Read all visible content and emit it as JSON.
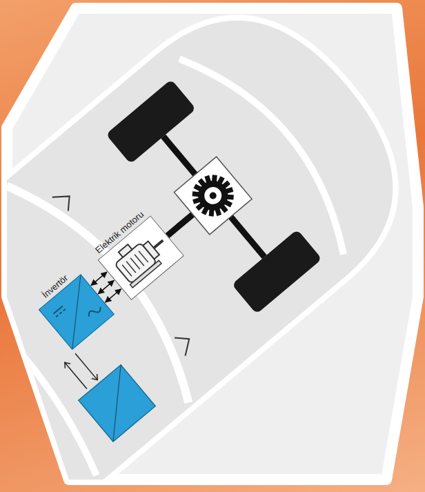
{
  "diagram": {
    "nodes": [
      {
        "text": [
          "Elektrik motoru"
        ]
      },
      {
        "text": [
          "İnvertör"
        ]
      }
    ],
    "edges": [
      {
        "from": 1,
        "to": 0,
        "arrow": "both"
      },
      {
        "from": 1,
        "to": 0,
        "arrow": "both"
      },
      {
        "from": 1,
        "to": 0,
        "arrow": "both"
      }
    ]
  }
}
